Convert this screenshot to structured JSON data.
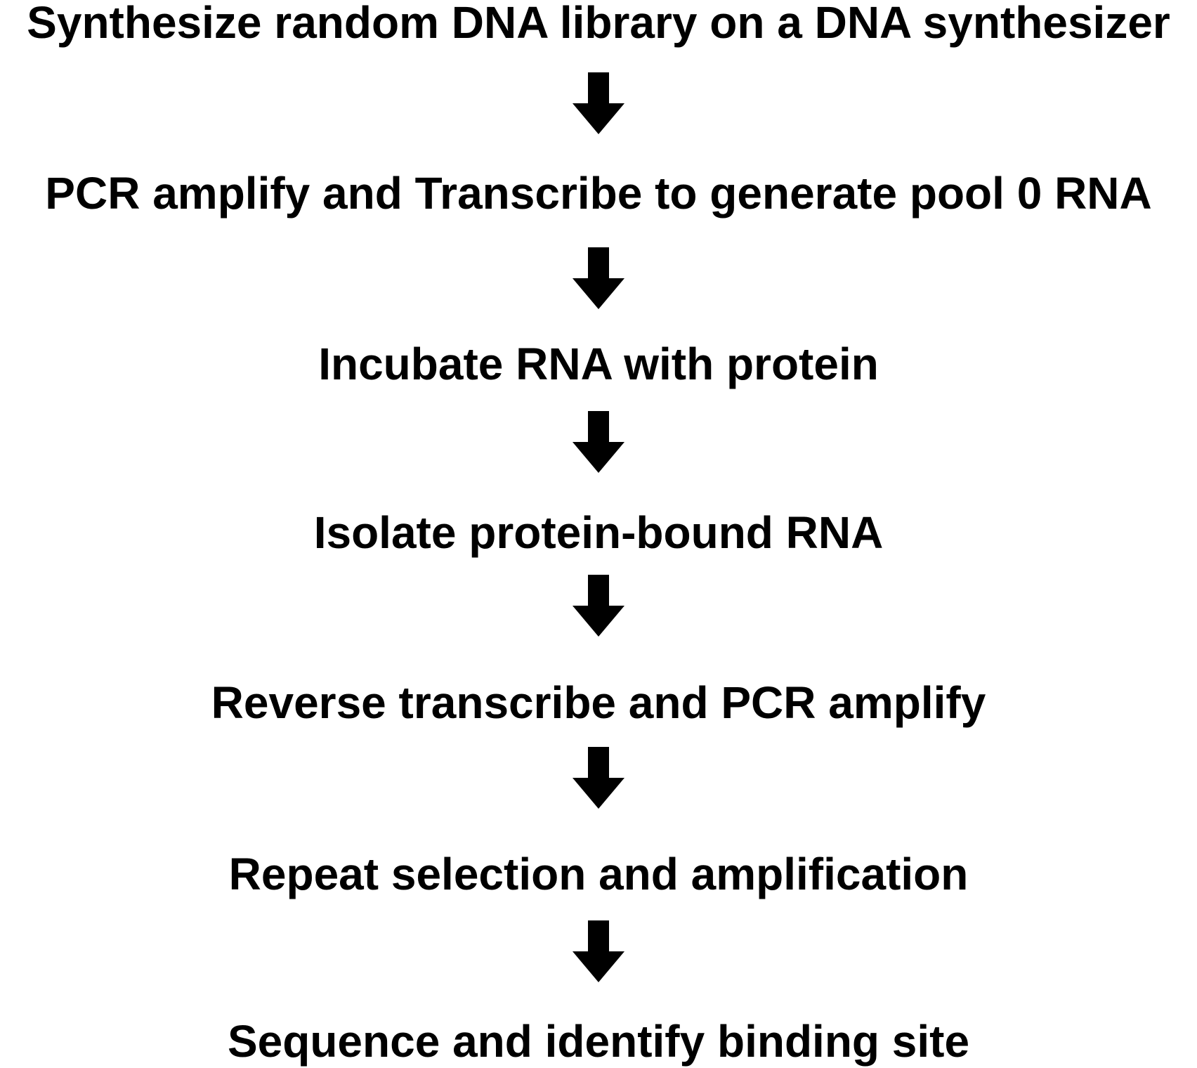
{
  "flowchart": {
    "steps": [
      "Synthesize random DNA library on a DNA synthesizer",
      "PCR amplify and Transcribe to generate pool 0 RNA",
      "Incubate RNA with protein",
      "Isolate protein-bound RNA",
      "Reverse transcribe and PCR amplify",
      "Repeat selection and amplification",
      "Sequence and identify binding site"
    ],
    "arrow_icon": "down-arrow-icon",
    "text_color": "#000000",
    "arrow_color": "#000000",
    "background_color": "#ffffff"
  }
}
